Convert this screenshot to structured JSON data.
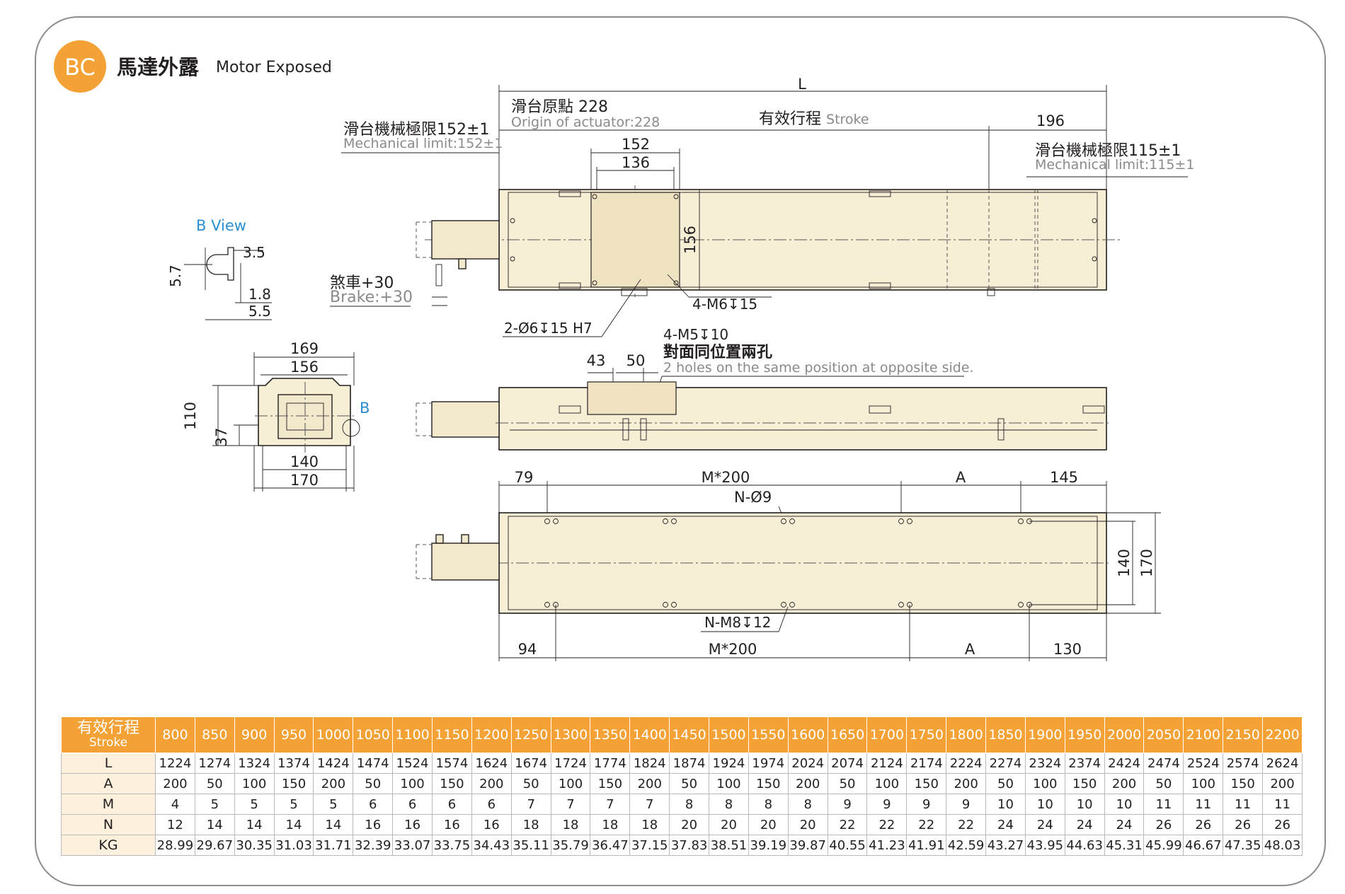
{
  "header": {
    "badge": "BC",
    "title_zh": "馬達外露",
    "title_en": "Motor Exposed",
    "accent_color": "#f4a236"
  },
  "b_view": {
    "title": "B View",
    "dims": [
      "3.5",
      "5.7",
      "1.8",
      "5.5"
    ]
  },
  "top_view": {
    "L": "L",
    "origin_zh": "滑台原點",
    "origin_val": "228",
    "origin_en": "Origin of actuator:228",
    "stroke_zh": "有效行程",
    "stroke_en": "Stroke",
    "dim_196": "196",
    "mech_left_zh": "滑台機械極限152±1",
    "mech_left_en": "Mechanical limit:152±1",
    "mech_right_zh": "滑台機械極限115±1",
    "mech_right_en": "Mechanical limit:115±1",
    "dim_152": "152",
    "dim_136": "136",
    "dim_156": "156",
    "brake_zh": "煞車+30",
    "brake_en": "Brake:+30",
    "hole_m6": "4-M6",
    "hole_m6_depth": "15",
    "hole_pin": "2-Ø6",
    "hole_pin_depth": "15 H7"
  },
  "end_view": {
    "dim_169": "169",
    "dim_156": "156",
    "dim_110": "110",
    "dim_37": "37",
    "dim_140": "140",
    "dim_170": "170",
    "b_label": "B"
  },
  "side_view": {
    "hole_m5": "4-M5",
    "hole_m5_depth": "10",
    "note_zh": "對面同位置兩孔",
    "note_en": "2 holes on the same position at opposite side.",
    "dim_43": "43",
    "dim_50": "50"
  },
  "bottom_view": {
    "dim_79": "79",
    "dim_m200_top": "M*200",
    "dim_a_top": "A",
    "dim_145": "145",
    "hole_n09": "N-Ø9",
    "dim_140": "140",
    "dim_170": "170",
    "hole_nm8": "N-M8",
    "hole_nm8_depth": "12",
    "dim_94": "94",
    "dim_m200_bottom": "M*200",
    "dim_a_bottom": "A",
    "dim_130": "130"
  },
  "table": {
    "corner_zh": "有效行程",
    "corner_en": "Stroke",
    "strokes": [
      "800",
      "850",
      "900",
      "950",
      "1000",
      "1050",
      "1100",
      "1150",
      "1200",
      "1250",
      "1300",
      "1350",
      "1400",
      "1450",
      "1500",
      "1550",
      "1600",
      "1650",
      "1700",
      "1750",
      "1800",
      "1850",
      "1900",
      "1950",
      "2000",
      "2050",
      "2100",
      "2150",
      "2200"
    ],
    "rows": [
      {
        "label": "L",
        "values": [
          "1224",
          "1274",
          "1324",
          "1374",
          "1424",
          "1474",
          "1524",
          "1574",
          "1624",
          "1674",
          "1724",
          "1774",
          "1824",
          "1874",
          "1924",
          "1974",
          "2024",
          "2074",
          "2124",
          "2174",
          "2224",
          "2274",
          "2324",
          "2374",
          "2424",
          "2474",
          "2524",
          "2574",
          "2624"
        ]
      },
      {
        "label": "A",
        "values": [
          "200",
          "50",
          "100",
          "150",
          "200",
          "50",
          "100",
          "150",
          "200",
          "50",
          "100",
          "150",
          "200",
          "50",
          "100",
          "150",
          "200",
          "50",
          "100",
          "150",
          "200",
          "50",
          "100",
          "150",
          "200",
          "50",
          "100",
          "150",
          "200"
        ]
      },
      {
        "label": "M",
        "values": [
          "4",
          "5",
          "5",
          "5",
          "5",
          "6",
          "6",
          "6",
          "6",
          "7",
          "7",
          "7",
          "7",
          "8",
          "8",
          "8",
          "8",
          "9",
          "9",
          "9",
          "9",
          "10",
          "10",
          "10",
          "10",
          "11",
          "11",
          "11",
          "11"
        ]
      },
      {
        "label": "N",
        "values": [
          "12",
          "14",
          "14",
          "14",
          "14",
          "16",
          "16",
          "16",
          "16",
          "18",
          "18",
          "18",
          "18",
          "20",
          "20",
          "20",
          "20",
          "22",
          "22",
          "22",
          "22",
          "24",
          "24",
          "24",
          "24",
          "26",
          "26",
          "26",
          "26"
        ]
      },
      {
        "label": "KG",
        "values": [
          "28.99",
          "29.67",
          "30.35",
          "31.03",
          "31.71",
          "32.39",
          "33.07",
          "33.75",
          "34.43",
          "35.11",
          "35.79",
          "36.47",
          "37.15",
          "37.83",
          "38.51",
          "39.19",
          "39.87",
          "40.55",
          "41.23",
          "41.91",
          "42.59",
          "43.27",
          "43.95",
          "44.63",
          "45.31",
          "45.99",
          "46.67",
          "47.35",
          "48.03"
        ]
      }
    ]
  }
}
